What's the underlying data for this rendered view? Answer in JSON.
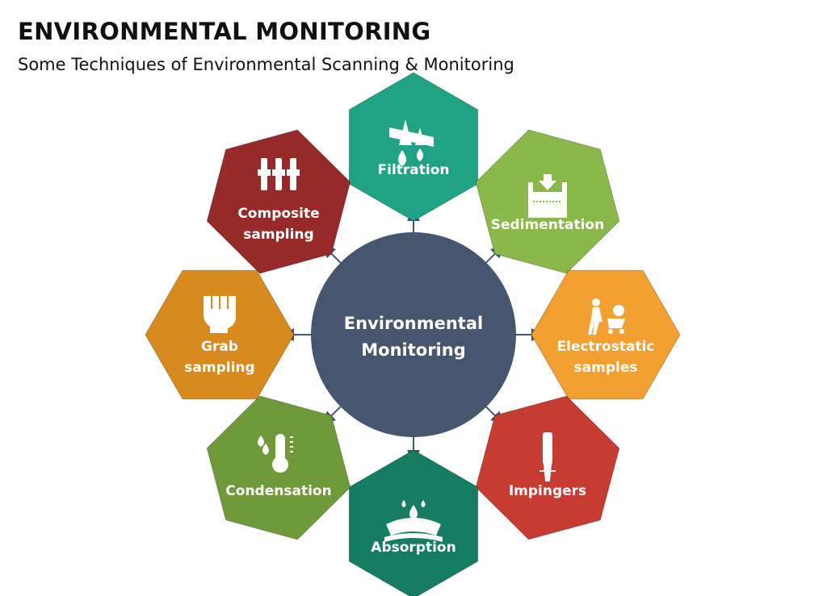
{
  "header": {
    "title": "ENVIRONMENTAL MONITORING",
    "subtitle": "Some Techniques of Environmental Scanning & Monitoring"
  },
  "center": {
    "line1": "Environmental",
    "line2": "Monitoring",
    "color": "#46566e"
  },
  "arrow_color": "#46566e",
  "techniques": [
    {
      "line1": "Filtration",
      "line2": "",
      "color": "#1fa384",
      "icon": "filter-drops-icon"
    },
    {
      "line1": "Sedimentation",
      "line2": "",
      "color": "#8ab84a",
      "icon": "sediment-tank-icon"
    },
    {
      "line1": "Electrostatic",
      "line2": "samples",
      "color": "#f2a030",
      "icon": "worker-cart-icon"
    },
    {
      "line1": "Impingers",
      "line2": "",
      "color": "#c63b32",
      "icon": "impinger-tube-icon"
    },
    {
      "line1": "Absorption",
      "line2": "",
      "color": "#167c64",
      "icon": "absorption-drops-icon"
    },
    {
      "line1": "Condensation",
      "line2": "",
      "color": "#6f9a3a",
      "icon": "thermometer-drops-icon"
    },
    {
      "line1": "Grab",
      "line2": "sampling",
      "color": "#d98a1f",
      "icon": "hand-grab-icon"
    },
    {
      "line1": "Composite",
      "line2": "sampling",
      "color": "#962a28",
      "icon": "composite-bottles-icon"
    }
  ]
}
